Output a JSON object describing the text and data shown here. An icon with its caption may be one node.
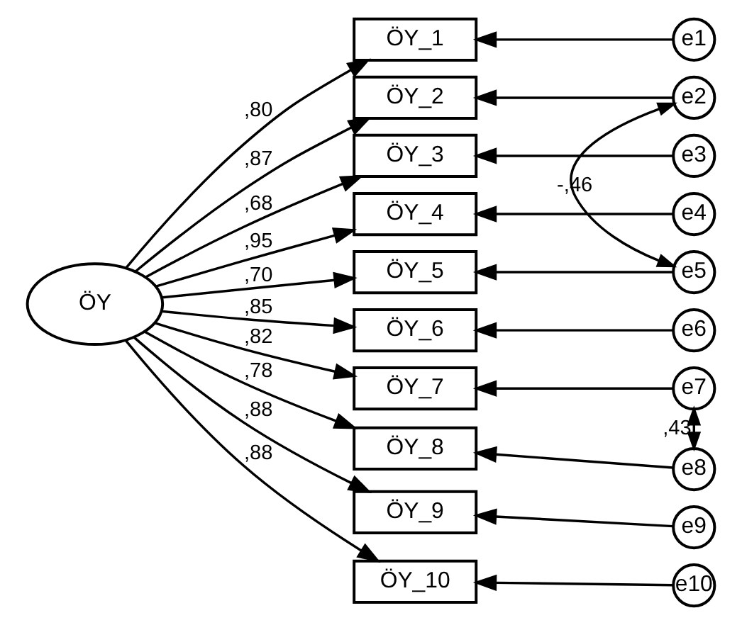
{
  "diagram": {
    "nodes": [
      {
        "text": [
          "ÖY"
        ]
      },
      {
        "text": [
          "ÖY_1"
        ]
      },
      {
        "text": [
          "ÖY_2"
        ]
      },
      {
        "text": [
          "ÖY_3"
        ]
      },
      {
        "text": [
          "ÖY_4"
        ]
      },
      {
        "text": [
          "ÖY_5"
        ]
      },
      {
        "text": [
          "ÖY_6"
        ]
      },
      {
        "text": [
          "ÖY_7"
        ]
      },
      {
        "text": [
          "ÖY_8"
        ]
      },
      {
        "text": [
          "ÖY_9"
        ]
      },
      {
        "text": [
          "ÖY_10"
        ]
      },
      {
        "text": [
          "e1"
        ]
      },
      {
        "text": [
          "e2"
        ]
      },
      {
        "text": [
          "e3"
        ]
      },
      {
        "text": [
          "e4"
        ]
      },
      {
        "text": [
          "e5"
        ]
      },
      {
        "text": [
          "e6"
        ]
      },
      {
        "text": [
          "e7"
        ]
      },
      {
        "text": [
          "e8"
        ]
      },
      {
        "text": [
          "e9"
        ]
      },
      {
        "text": [
          "e10"
        ]
      }
    ],
    "edges": [
      {
        "from": 0,
        "to": 1,
        "arrow": "to",
        "label": ",80"
      },
      {
        "from": 0,
        "to": 2,
        "arrow": "to",
        "label": ",87"
      },
      {
        "from": 0,
        "to": 3,
        "arrow": "to",
        "label": ",68"
      },
      {
        "from": 0,
        "to": 4,
        "arrow": "to",
        "label": ",95"
      },
      {
        "from": 0,
        "to": 5,
        "arrow": "to",
        "label": ",70"
      },
      {
        "from": 0,
        "to": 6,
        "arrow": "to",
        "label": ",85"
      },
      {
        "from": 0,
        "to": 7,
        "arrow": "to",
        "label": ",82"
      },
      {
        "from": 0,
        "to": 8,
        "arrow": "to",
        "label": ",78"
      },
      {
        "from": 0,
        "to": 9,
        "arrow": "to",
        "label": ",88"
      },
      {
        "from": 0,
        "to": 10,
        "arrow": "to",
        "label": ",88"
      },
      {
        "from": 11,
        "to": 1,
        "arrow": "to"
      },
      {
        "from": 12,
        "to": 2,
        "arrow": "to"
      },
      {
        "from": 13,
        "to": 3,
        "arrow": "to"
      },
      {
        "from": 14,
        "to": 4,
        "arrow": "to"
      },
      {
        "from": 15,
        "to": 5,
        "arrow": "to"
      },
      {
        "from": 16,
        "to": 6,
        "arrow": "to"
      },
      {
        "from": 17,
        "to": 7,
        "arrow": "to"
      },
      {
        "from": 18,
        "to": 8,
        "arrow": "to"
      },
      {
        "from": 19,
        "to": 9,
        "arrow": "to"
      },
      {
        "from": 20,
        "to": 10,
        "arrow": "to"
      },
      {
        "from": 12,
        "to": 15,
        "arrow": "both",
        "label": "-,46"
      },
      {
        "from": 17,
        "to": 18,
        "arrow": "both",
        "label": ",43"
      }
    ]
  }
}
